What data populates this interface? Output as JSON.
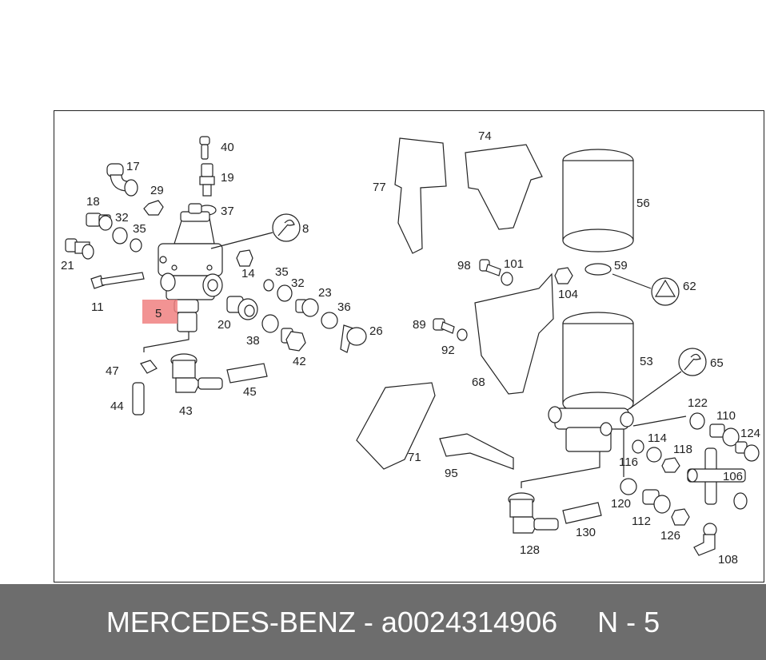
{
  "highlight": {
    "label": "5",
    "color": "#f08080"
  },
  "labels": {
    "l40": "40",
    "l17": "17",
    "l19": "19",
    "l29": "29",
    "l18": "18",
    "l37": "37",
    "l32a": "32",
    "l35a": "35",
    "l8": "8",
    "l21": "21",
    "l14": "14",
    "l35b": "35",
    "l32b": "32",
    "l11": "11",
    "l23": "23",
    "l36": "36",
    "l20": "20",
    "l26": "26",
    "l38": "38",
    "l42": "42",
    "l47": "47",
    "l45": "45",
    "l44": "44",
    "l43": "43",
    "l77": "77",
    "l74": "74",
    "l56": "56",
    "l98": "98",
    "l101": "101",
    "l59": "59",
    "l62": "62",
    "l104": "104",
    "l89": "89",
    "l92": "92",
    "l68": "68",
    "l53": "53",
    "l65": "65",
    "l122": "122",
    "l110": "110",
    "l124": "124",
    "l114": "114",
    "l118": "118",
    "l116": "116",
    "l71": "71",
    "l95": "95",
    "l106": "106",
    "l120": "120",
    "l112": "112",
    "l126": "126",
    "l130": "130",
    "l128": "128",
    "l108": "108"
  },
  "footer": {
    "brand": "MERCEDES-BENZ",
    "separator": " - ",
    "part_number": "a0024314906",
    "position_label": "N - 5"
  }
}
